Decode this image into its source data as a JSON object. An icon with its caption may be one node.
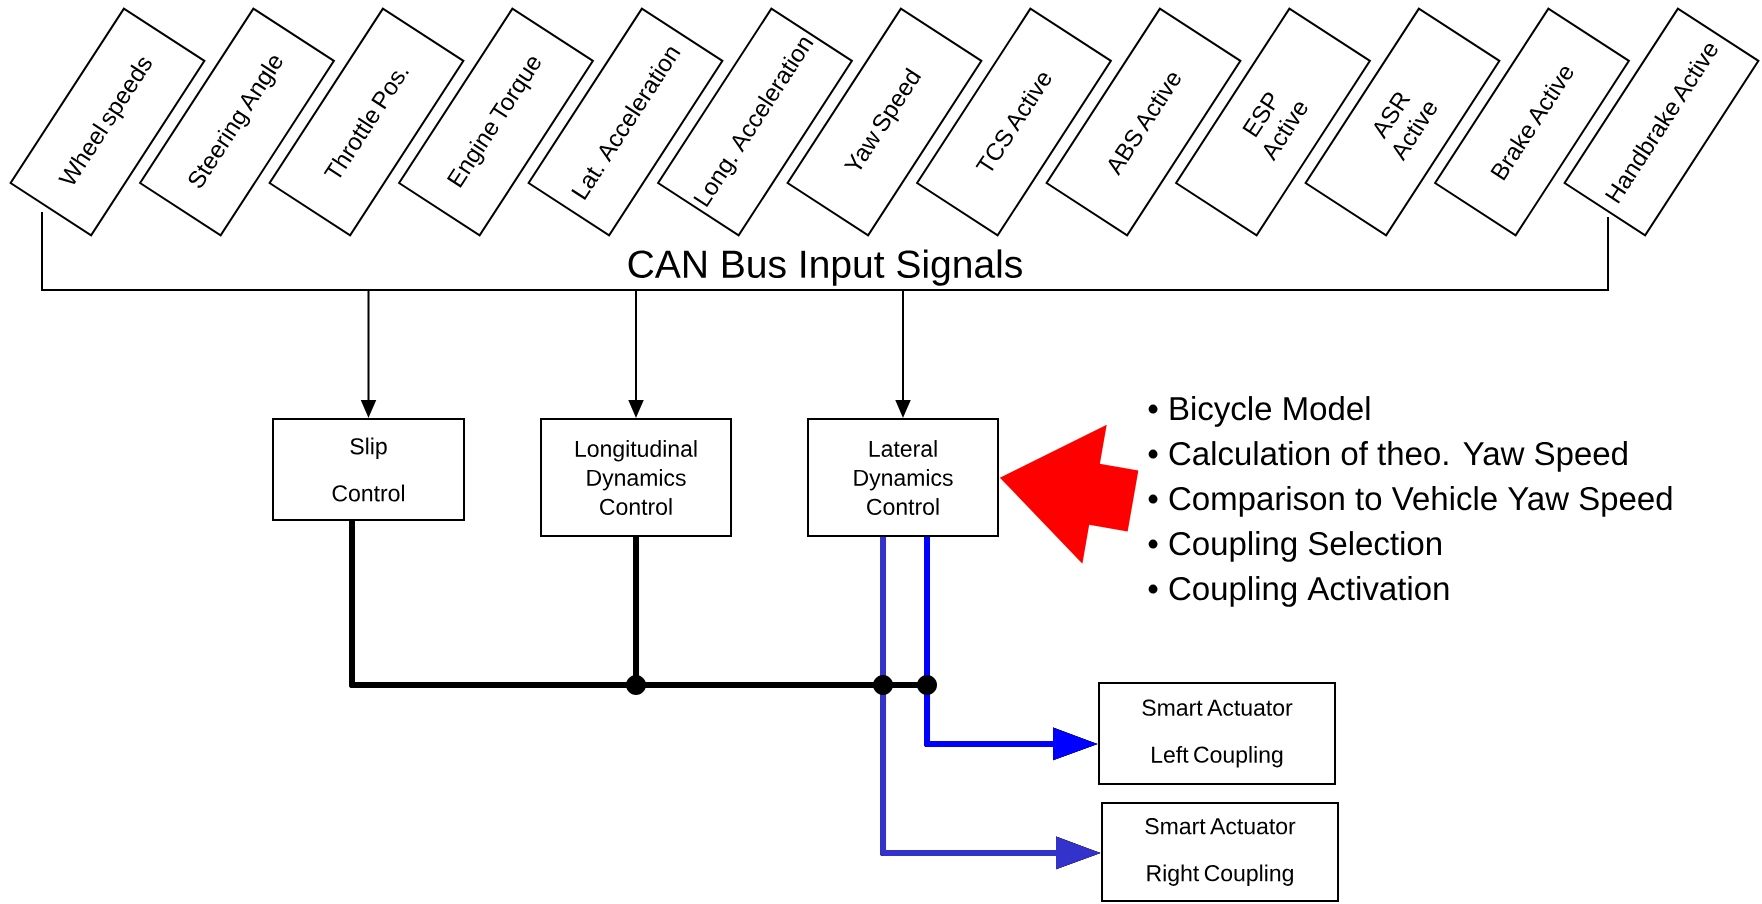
{
  "diagram": {
    "nodes": [
      {
        "text": [
          "Wheel speeds"
        ]
      },
      {
        "text": [
          "Steering Angle"
        ]
      },
      {
        "text": [
          "Throttle Pos."
        ]
      },
      {
        "text": [
          "Engine Torque"
        ]
      },
      {
        "text": [
          "Lat.  Acceleration"
        ]
      },
      {
        "text": [
          "Long. Acceleration"
        ]
      },
      {
        "text": [
          "Yaw Speed"
        ]
      },
      {
        "text": [
          "TCS Active"
        ]
      },
      {
        "text": [
          "ABS Active"
        ]
      },
      {
        "text": [
          "ESP Active"
        ]
      },
      {
        "text": [
          "ASR Active"
        ]
      },
      {
        "text": [
          "Brake Active"
        ]
      },
      {
        "text": [
          "Handbrake Active"
        ]
      },
      {
        "text": [
          "CAN Bus Input Signals"
        ]
      },
      {
        "text": [
          "Slip Control"
        ]
      },
      {
        "text": [
          "Longitudinal Dynamics Control"
        ]
      },
      {
        "text": [
          "Lateral Dynamics Control"
        ]
      },
      {
        "text": [
          "• Bicycle Model",
          "• Calculation of theo. Yaw Speed",
          "• Comparison to Vehicle Yaw Speed",
          "• Coupling Selection",
          "• Coupling Activation"
        ]
      },
      {
        "text": [
          "Smart Actuator Left Coupling"
        ]
      },
      {
        "text": [
          "Smart Actuator Right Coupling"
        ]
      }
    ],
    "edges": [
      {
        "from": 13,
        "to": 14,
        "arrow": "to"
      },
      {
        "from": 13,
        "to": 15,
        "arrow": "to"
      },
      {
        "from": 13,
        "to": 16,
        "arrow": "to"
      },
      {
        "from": 17,
        "to": 16,
        "arrow": "to",
        "style": "thick",
        "color": "#ff0000"
      },
      {
        "from": 14,
        "to": 18,
        "arrow": "to"
      },
      {
        "from": 14,
        "to": 19,
        "arrow": "to"
      },
      {
        "from": 15,
        "to": 18,
        "arrow": "to"
      },
      {
        "from": 15,
        "to": 19,
        "arrow": "to"
      },
      {
        "from": 16,
        "to": 18,
        "arrow": "to",
        "color": "#0000ff"
      },
      {
        "from": 16,
        "to": 19,
        "arrow": "to",
        "color": "#3333cc"
      }
    ]
  }
}
